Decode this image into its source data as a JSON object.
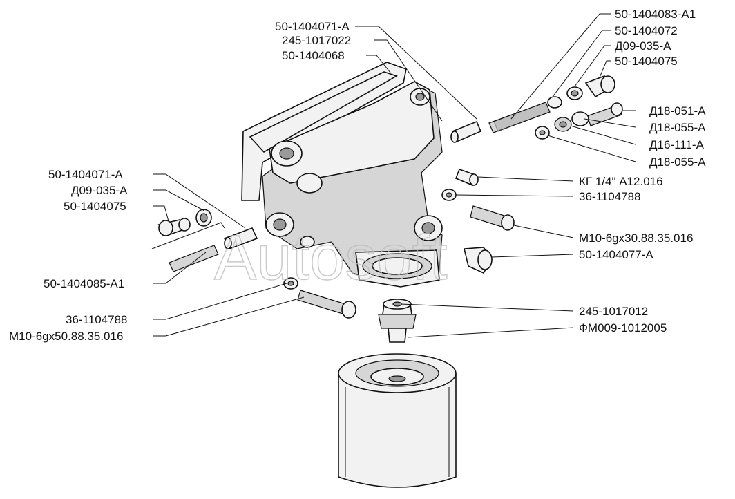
{
  "watermark": "Autosoft",
  "labels": {
    "top_left_1": "50-1404071-А",
    "top_left_2": "245-1017022",
    "top_left_3": "50-1404068",
    "top_right_1": "50-1404083-А1",
    "top_right_2": "50-1404072",
    "top_right_3": "Д09-035-А",
    "top_right_4": "50-1404075",
    "right_1": "Д18-051-А",
    "right_2": "Д18-055-А",
    "right_3": "Д16-111-А",
    "right_4": "Д18-055-А",
    "right_5": "КГ 1/4\" А12.016",
    "right_6": "36-1104788",
    "right_7": "М10-6gx30.88.35.016",
    "right_8": "50-1404077-А",
    "right_9": "245-1017012",
    "right_10": "ФМ009-1012005",
    "left_1": "50-1404071-А",
    "left_2": "Д09-035-А",
    "left_3": "50-1404075",
    "left_4": "50-1404085-А1",
    "left_5": "36-1104788",
    "left_6": "М10-6gx50.88.35.016"
  }
}
